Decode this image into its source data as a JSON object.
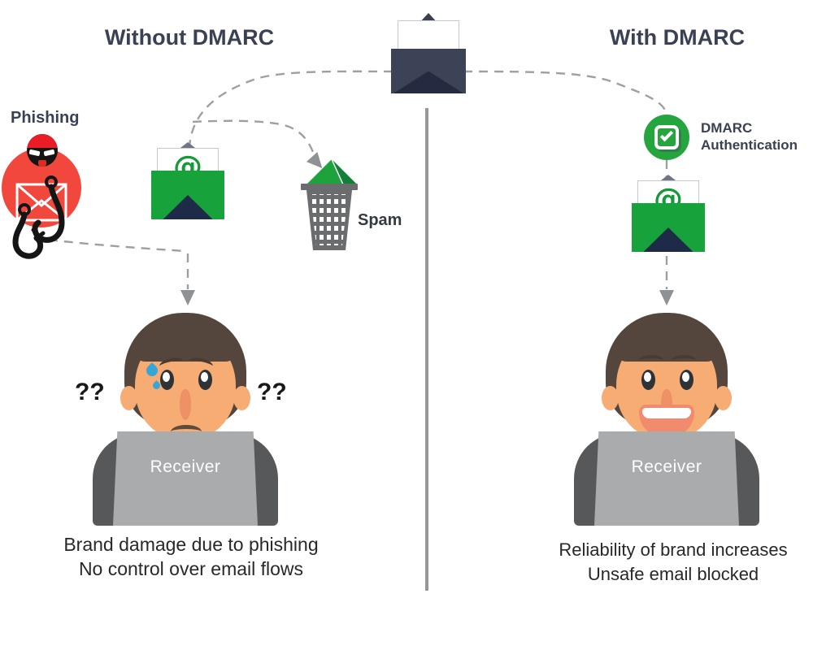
{
  "header": {
    "left_title": "Without DMARC",
    "right_title": "With DMARC"
  },
  "left_panel": {
    "phishing_label": "Phishing",
    "spam_label": "Spam",
    "at_symbol": "@",
    "question_left": "??",
    "question_right": "??",
    "receiver_label": "Receiver",
    "caption_line1": "Brand damage due to phishing",
    "caption_line2": "No control over email flows"
  },
  "right_panel": {
    "badge_line1": "DMARC",
    "badge_line2": "Authentication",
    "at_symbol": "@",
    "receiver_label": "Receiver",
    "caption_line1": "Reliability of brand increases",
    "caption_line2": "Unsafe email blocked"
  },
  "icons": {
    "top_envelope": "open-envelope-dark",
    "inbox_envelope": "open-envelope-green-at",
    "phishing": "hacker-with-hooks",
    "spam": "trash-basket-with-envelope",
    "dmarc_badge": "green-circle-checkmark"
  },
  "colors": {
    "green": "#17a23b",
    "badge_green": "#25a53e",
    "navy_text": "#3b4154",
    "envelope_navy": "#3d4357",
    "envelope_navy_dark": "#242b40",
    "red": "#f2473d",
    "dash_gray": "#9aa0a5",
    "trash_gray": "#6b6c6e",
    "laptop_gray": "#a9abad",
    "skin": "#f6ac73",
    "hair": "#55463d",
    "sweat_blue": "#39a4d8"
  }
}
